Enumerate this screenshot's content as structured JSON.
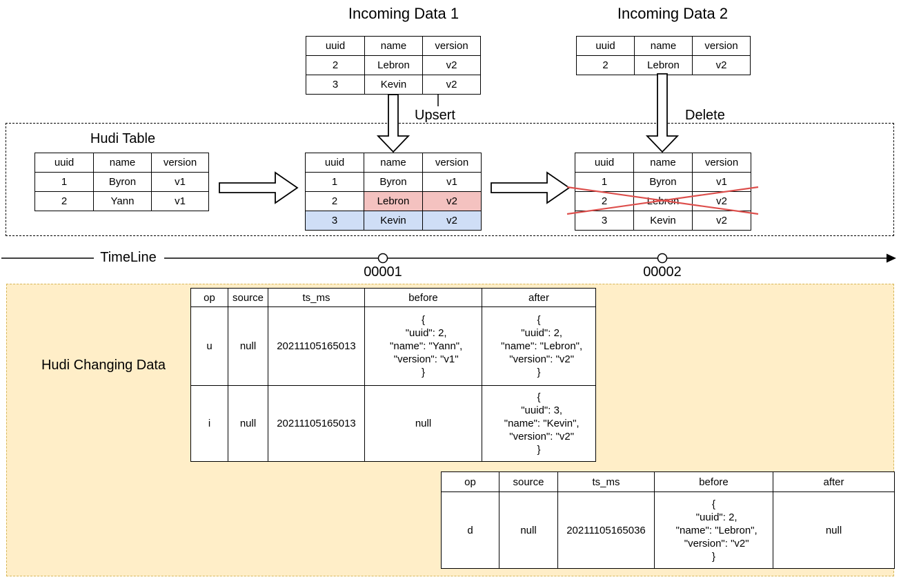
{
  "titles": {
    "incoming1": "Incoming Data 1",
    "incoming2": "Incoming Data 2",
    "hudi_table": "Hudi Table",
    "hudi_changing_data": "Hudi Changing Data"
  },
  "labels": {
    "upsert": "Upsert",
    "delete": "Delete",
    "timeline": "TimeLine",
    "commit1": "00001",
    "commit2": "00002"
  },
  "colors": {
    "updated-cell-fill": "#f4c2c0",
    "updated-cell-border": "#b85450",
    "inserted-cell-fill": "#cfdef6",
    "inserted-cell-border": "#6c8ebf",
    "changing-box-fill": "#ffeec8",
    "changing-box-border": "#d6b656",
    "delete-cross": "#dd4f4c"
  },
  "record_tables": {
    "incoming1": {
      "headers": [
        "uuid",
        "name",
        "version"
      ],
      "rows": [
        [
          "2",
          "Lebron",
          "v2"
        ],
        [
          "3",
          "Kevin",
          "v2"
        ]
      ]
    },
    "incoming2": {
      "headers": [
        "uuid",
        "name",
        "version"
      ],
      "rows": [
        [
          "2",
          "Lebron",
          "v2"
        ]
      ]
    },
    "hudi_initial": {
      "headers": [
        "uuid",
        "name",
        "version"
      ],
      "rows": [
        [
          "1",
          "Byron",
          "v1"
        ],
        [
          "2",
          "Yann",
          "v1"
        ]
      ]
    },
    "hudi_after_upsert": {
      "headers": [
        "uuid",
        "name",
        "version"
      ],
      "rows": [
        [
          "1",
          "Byron",
          "v1"
        ],
        [
          "2",
          "Lebron",
          "v2"
        ],
        [
          "3",
          "Kevin",
          "v2"
        ]
      ]
    },
    "hudi_after_delete": {
      "headers": [
        "uuid",
        "name",
        "version"
      ],
      "rows": [
        [
          "1",
          "Byron",
          "v1"
        ],
        [
          "2",
          "Lebron",
          "v2"
        ],
        [
          "3",
          "Kevin",
          "v2"
        ]
      ]
    }
  },
  "cdc_tables": {
    "commit1": {
      "headers": [
        "op",
        "source",
        "ts_ms",
        "before",
        "after"
      ],
      "rows": [
        [
          "u",
          "null",
          "20211105165013",
          "{\n  \"uuid\": 2,\n  \"name\": \"Yann\",\n  \"version\": \"v1\"\n}",
          "{\n  \"uuid\": 2,\n  \"name\": \"Lebron\",\n  \"version\": \"v2\"\n}"
        ],
        [
          "i",
          "null",
          "20211105165013",
          "null",
          "{\n  \"uuid\": 3,\n  \"name\": \"Kevin\",\n  \"version\": \"v2\"\n}"
        ]
      ]
    },
    "commit2": {
      "headers": [
        "op",
        "source",
        "ts_ms",
        "before",
        "after"
      ],
      "rows": [
        [
          "d",
          "null",
          "20211105165036",
          "{\n  \"uuid\": 2,\n  \"name\": \"Lebron\",\n  \"version\": \"v2\"\n}",
          "null"
        ]
      ]
    }
  }
}
